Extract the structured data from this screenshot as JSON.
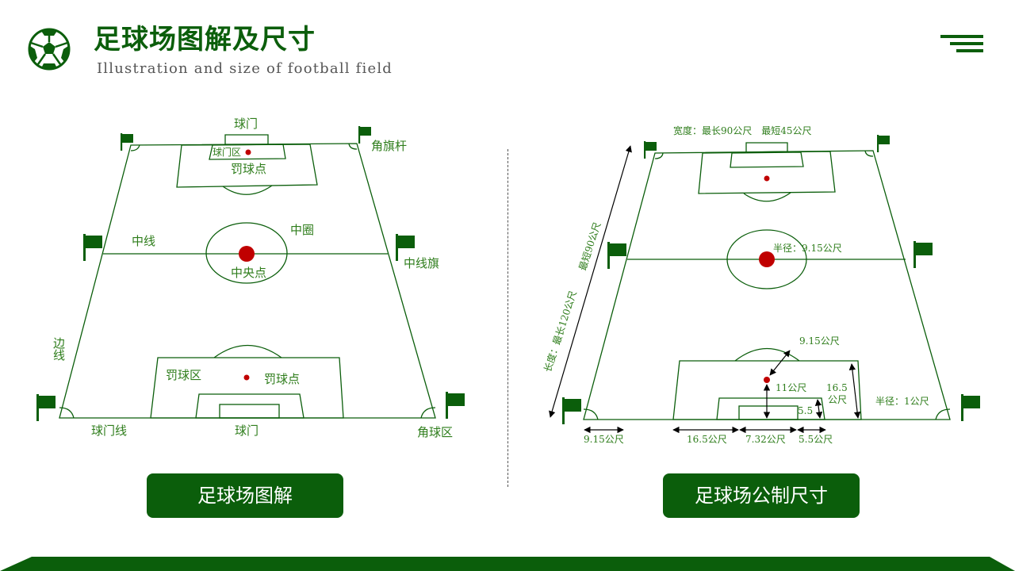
{
  "header": {
    "title": "足球场图解及尺寸",
    "subtitle": "Illustration and size of football field"
  },
  "icons": {
    "logo": "soccer-ball-icon",
    "menu": "menu-lines-icon",
    "flag": "corner-flag-icon"
  },
  "colors": {
    "brand_green": "#0b5e0b",
    "label_green": "#2e7d1b",
    "spot_red": "#c00000"
  },
  "left_diagram": {
    "labels": {
      "goal_top": "球门",
      "goal_area_top": "球门区",
      "penalty_spot_top": "罚球点",
      "corner_flag": "角旗杆",
      "halfway_line": "中线",
      "center_circle": "中圈",
      "center_spot": "中央点",
      "halfway_flag": "中线旗",
      "touchline": "边线",
      "penalty_area": "罚球区",
      "penalty_spot_bottom": "罚球点",
      "goal_line": "球门线",
      "goal_bottom": "球门",
      "corner_area": "角球区"
    },
    "button": "足球场图解"
  },
  "right_diagram": {
    "labels": {
      "width": "宽度：最长90公尺　最短45公尺",
      "length_short": "最短90公尺",
      "length_long": "长度：最长120公尺",
      "center_radius": "半径：9.15公尺",
      "arc_radius": "9.15公尺",
      "spot_distance": "11公尺",
      "penalty_depth_num": "16.5",
      "penalty_depth_unit": "公尺",
      "goal_area_depth": "5.5",
      "corner_radius": "半径：1公尺",
      "corner_distance": "9.15公尺",
      "penalty_side": "16.5公尺",
      "goal_width": "7.32公尺",
      "goal_area_side": "5.5公尺"
    },
    "button": "足球场公制尺寸"
  }
}
